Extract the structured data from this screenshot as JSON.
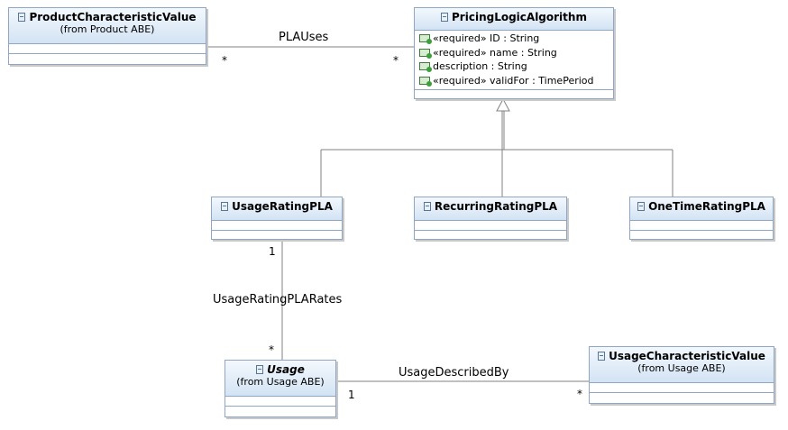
{
  "classes": {
    "product_characteristic_value": {
      "name": "ProductCharacteristicValue",
      "subtitle": "(from Product ABE)"
    },
    "pricing_logic_algorithm": {
      "name": "PricingLogicAlgorithm",
      "attributes": [
        "«required» ID : String",
        "«required» name : String",
        "description : String",
        "«required» validFor : TimePeriod"
      ]
    },
    "usage_rating_pla": {
      "name": "UsageRatingPLA"
    },
    "recurring_rating_pla": {
      "name": "RecurringRatingPLA"
    },
    "one_time_rating_pla": {
      "name": "OneTimeRatingPLA"
    },
    "usage": {
      "name": "Usage",
      "subtitle": "(from Usage ABE)"
    },
    "usage_characteristic_value": {
      "name": "UsageCharacteristicValue",
      "subtitle": "(from Usage ABE)"
    }
  },
  "associations": {
    "pla_uses": {
      "name": "PLAUses",
      "source_mult": "*",
      "target_mult": "*"
    },
    "usage_rating_pla_rates": {
      "name": "UsageRatingPLARates",
      "source_mult": "1",
      "target_mult": "*"
    },
    "usage_described_by": {
      "name": "UsageDescribedBy",
      "source_mult": "1",
      "target_mult": "*"
    }
  },
  "colors": {
    "header_top": "#f3f8fd",
    "header_bottom": "#d3e3f4",
    "border": "#8fa7c2",
    "line": "#808080"
  }
}
